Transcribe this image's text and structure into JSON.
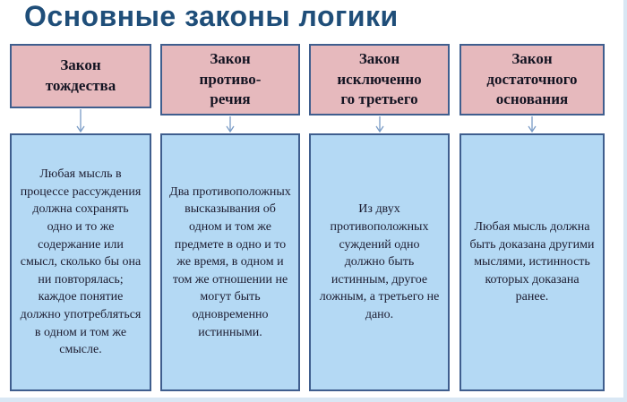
{
  "title": "Основные законы логики",
  "columns": [
    {
      "header_lines": [
        "Закон",
        "тождества"
      ],
      "body": "Любая мысль в процессе рассуждения должна сохранять одно и то же содержание или смысл, сколько бы она ни повторялась; каждое понятие должно употребляться в одном и том же смысле."
    },
    {
      "header_lines": [
        "Закон",
        "противо-",
        "речия"
      ],
      "body": "Два противоположных высказывания об одном и том же предмете в одно и то же время, в одном и том же отношении не могут быть одновременно истинными."
    },
    {
      "header_lines": [
        "Закон",
        "исключенно",
        "го третьего"
      ],
      "body": "Из двух противоположных суждений одно должно быть истинным, другое ложным, а третьего не дано."
    },
    {
      "header_lines": [
        "Закон",
        "достаточного",
        "основания"
      ],
      "body": "Любая мысль должна быть доказана другими мыслями, истинность которых доказана ранее."
    }
  ],
  "colors": {
    "title_text": "#1f4e79",
    "header_box_fill": "#e6b9bd",
    "body_box_fill": "#b4d9f4",
    "box_border": "#3f5e8e",
    "arrow": "#7a9cc6",
    "slide_edge_strip": "#d9e7f4"
  }
}
